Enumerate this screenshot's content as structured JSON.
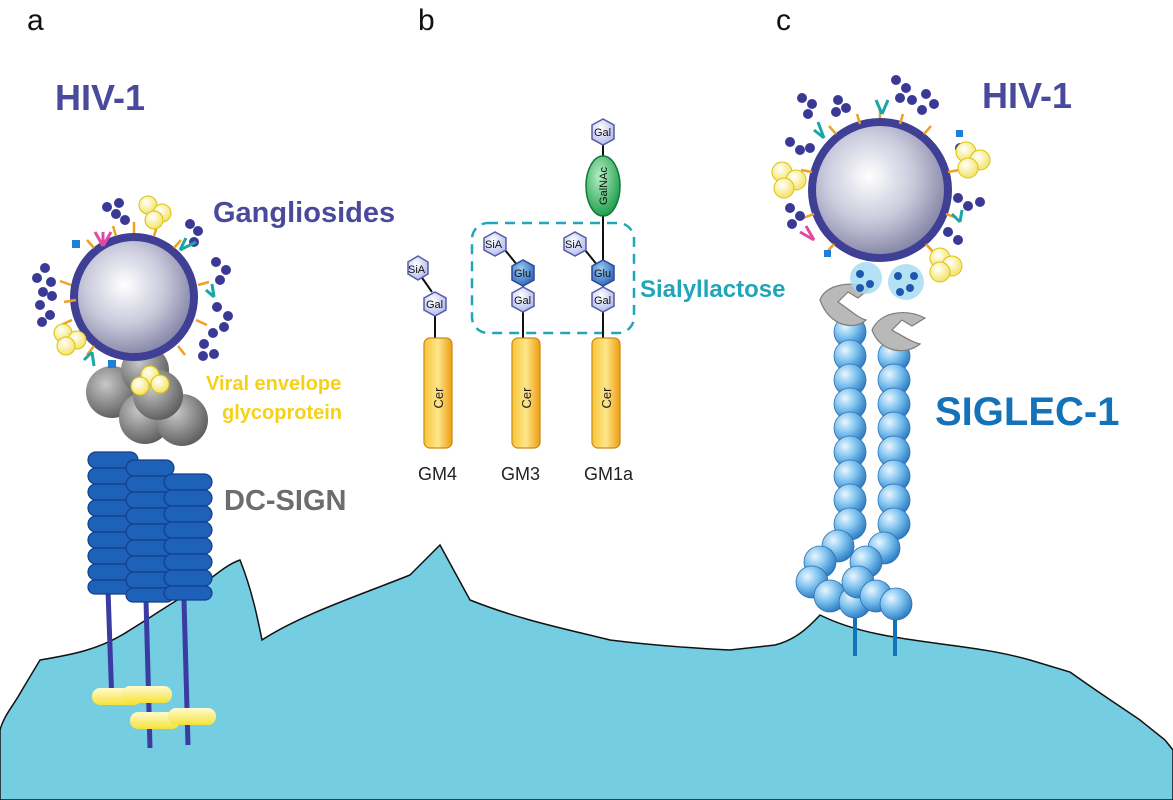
{
  "panels": {
    "a": "a",
    "b": "b",
    "c": "c"
  },
  "labels": {
    "hiv_left": "HIV-1",
    "hiv_right": "HIV-1",
    "gangliosides": "Gangliosides",
    "viral_line1": "Viral envelope",
    "viral_line2": "glycoprotein",
    "dcsign": "DC-SIGN",
    "siglec": "SIGLEC-1",
    "sialyllactose": "Sialyllactose"
  },
  "gangliosides": [
    {
      "name": "GM4",
      "sia": "SiA",
      "gal": "Gal",
      "cer": "Cer"
    },
    {
      "name": "GM3",
      "sia": "SiA",
      "glu": "Glu",
      "gal": "Gal",
      "cer": "Cer"
    },
    {
      "name": "GM1a",
      "gal_top": "Gal",
      "galnac": "GalNAc",
      "sia": "SiA",
      "glu": "Glu",
      "gal": "Gal",
      "cer": "Cer"
    }
  ],
  "colors": {
    "membrane": "#74cde0",
    "purple": "#4a4a9c",
    "yellow": "#f7d117",
    "gray": "#6d6d6d",
    "siglec_blue": "#1473b8",
    "cyan": "#20a6b8"
  }
}
